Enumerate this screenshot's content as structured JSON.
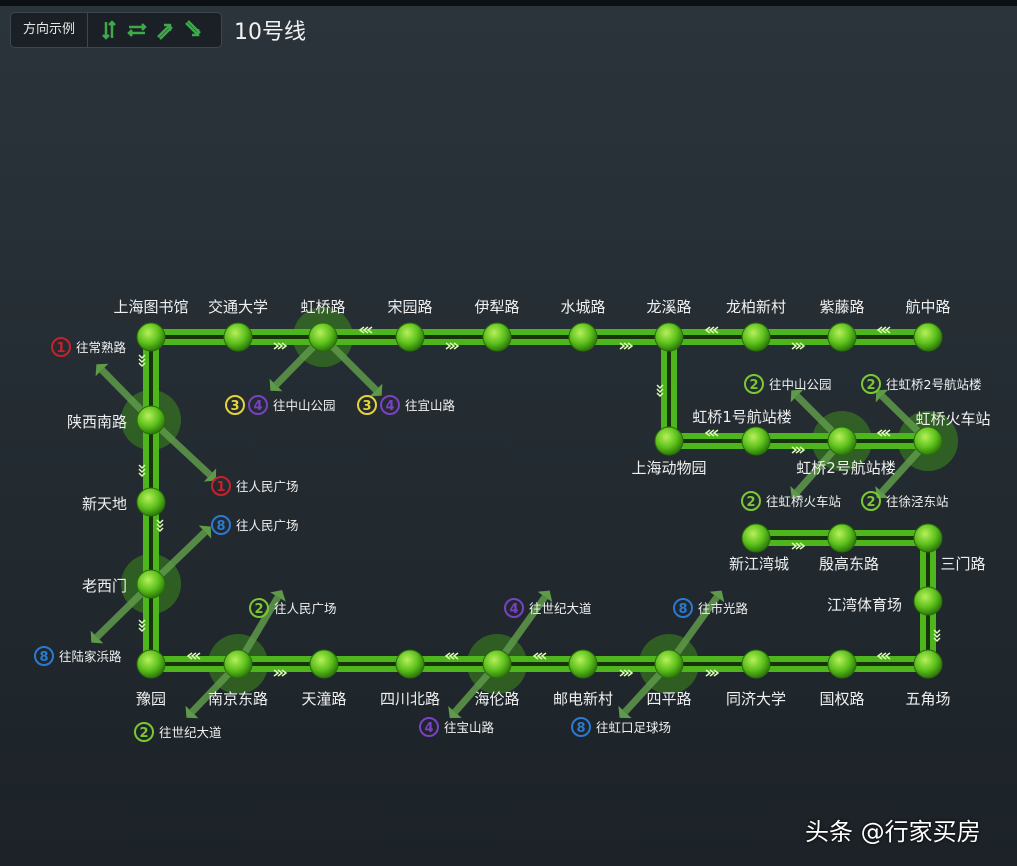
{
  "header": {
    "legend_label": "方向示例",
    "title": "10号线",
    "legend_icons": [
      "up-down-arrows-icon",
      "left-right-arrows-icon",
      "diagonal-arrows-icon",
      "diagonal-reverse-arrows-icon"
    ]
  },
  "colors": {
    "line10": "#4fb51c",
    "line1": "#c9202b",
    "line2": "#7cc832",
    "line3": "#e5d33a",
    "line4": "#7a41c2",
    "line8": "#2b7ad0"
  },
  "stations": [
    "上海图书馆",
    "交通大学",
    "虹桥路",
    "宋园路",
    "伊犁路",
    "水城路",
    "龙溪路",
    "龙柏新村",
    "紫藤路",
    "航中路",
    "上海动物园",
    "虹桥1号航站楼",
    "虹桥2号航站楼",
    "虹桥火车站",
    "陕西南路",
    "新天地",
    "老西门",
    "豫园",
    "南京东路",
    "天潼路",
    "四川北路",
    "海伦路",
    "邮电新村",
    "四平路",
    "同济大学",
    "国权路",
    "五角场",
    "江湾体育场",
    "三门路",
    "殷高东路",
    "新江湾城"
  ],
  "transfers": [
    {
      "lines": [
        "1"
      ],
      "text": "往常熟路"
    },
    {
      "lines": [
        "1"
      ],
      "text": "往人民广场"
    },
    {
      "lines": [
        "8"
      ],
      "text": "往人民广场"
    },
    {
      "lines": [
        "8"
      ],
      "text": "往陆家浜路"
    },
    {
      "lines": [
        "3",
        "4"
      ],
      "text": "往中山公园"
    },
    {
      "lines": [
        "3",
        "4"
      ],
      "text": "往宜山路"
    },
    {
      "lines": [
        "2"
      ],
      "text": "往人民广场"
    },
    {
      "lines": [
        "2"
      ],
      "text": "往世纪大道"
    },
    {
      "lines": [
        "4"
      ],
      "text": "往世纪大道"
    },
    {
      "lines": [
        "4"
      ],
      "text": "往宝山路"
    },
    {
      "lines": [
        "8"
      ],
      "text": "往市光路"
    },
    {
      "lines": [
        "8"
      ],
      "text": "往虹口足球场"
    },
    {
      "lines": [
        "2"
      ],
      "text": "往中山公园"
    },
    {
      "lines": [
        "2"
      ],
      "text": "往虹桥火车站"
    },
    {
      "lines": [
        "2"
      ],
      "text": "往虹桥2号航站楼"
    },
    {
      "lines": [
        "2"
      ],
      "text": "往徐泾东站"
    }
  ],
  "watermark": "头条 @行家买房"
}
